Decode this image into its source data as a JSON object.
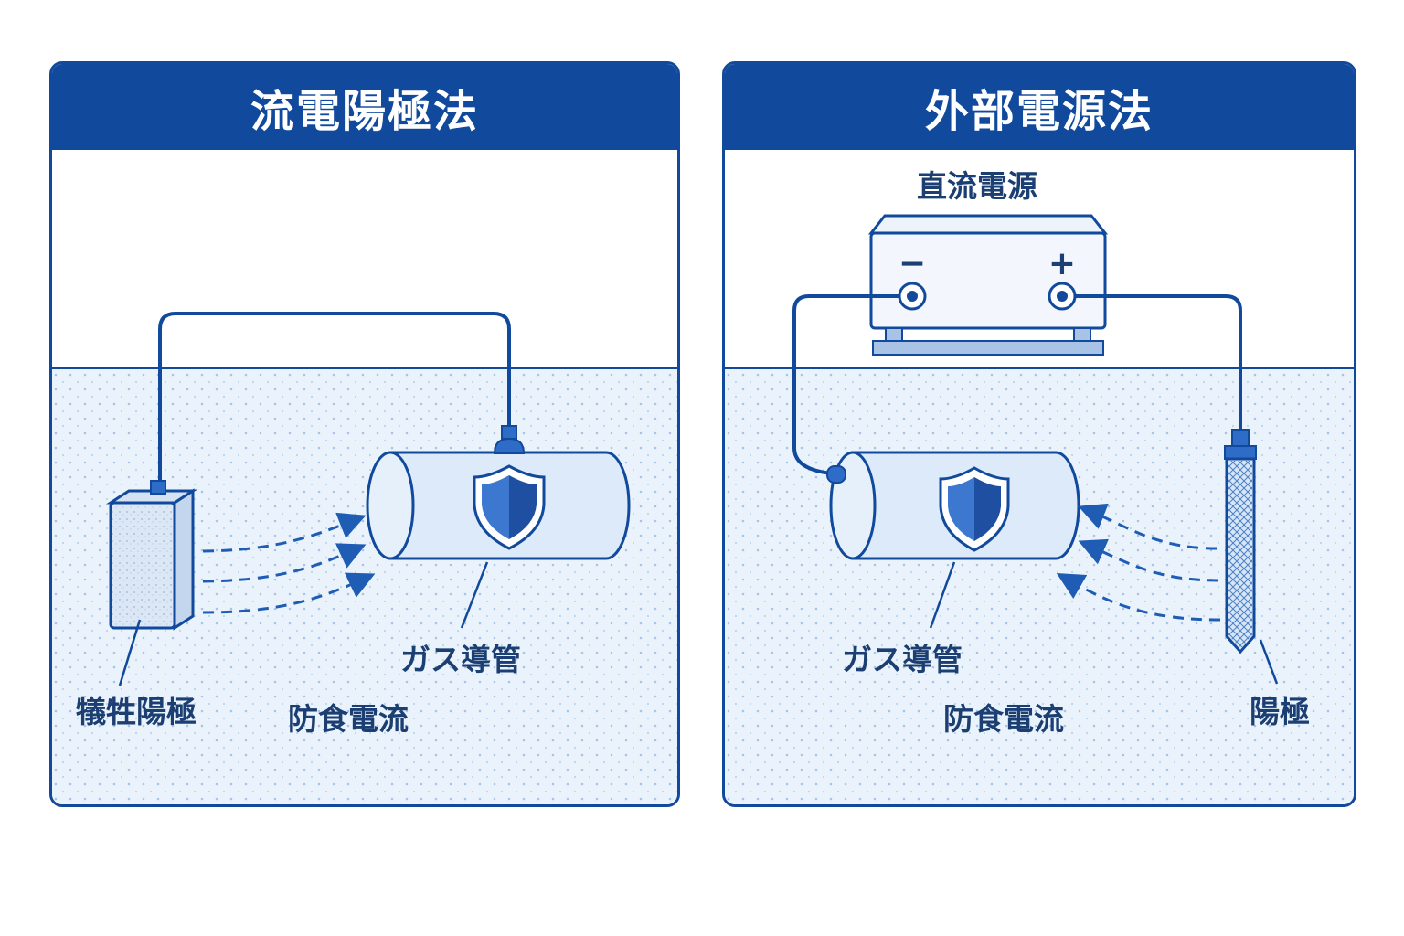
{
  "left_panel": {
    "title": "流電陽極法",
    "labels": {
      "anode": "犠牲陽極",
      "pipe": "ガス導管",
      "current": "防食電流"
    }
  },
  "right_panel": {
    "title": "外部電源法",
    "labels": {
      "power_supply": "直流電源",
      "minus": "−",
      "plus": "+",
      "pipe": "ガス導管",
      "current": "防食電流",
      "anode": "陽極"
    }
  },
  "colors": {
    "primary": "#114a9c",
    "water": "#e9f2fb",
    "pipe_fill": "#dceaf9",
    "shield": "#2f6cc8"
  }
}
